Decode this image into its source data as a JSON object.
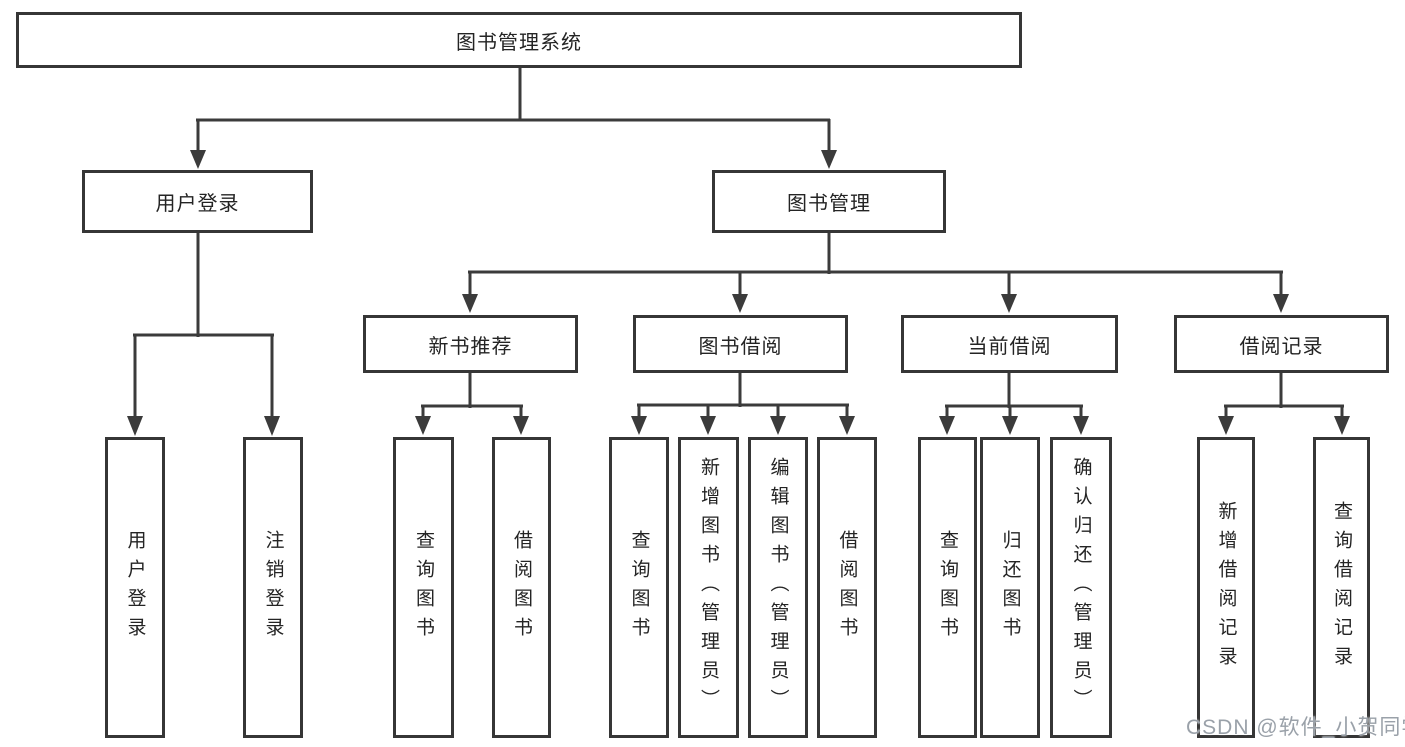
{
  "diagram": {
    "type": "hierarchy-tree",
    "colors": {
      "line": "#3b3b3b",
      "box_border": "#363636",
      "box_fill": "#ffffff",
      "text": "#242424",
      "watermark_text_color": "#9aa1a9"
    },
    "nodes": {
      "root": "图书管理系统",
      "user_login": "用户登录",
      "book_mgmt": "图书管理",
      "new_book_rec": "新书推荐",
      "book_borrow": "图书借阅",
      "current_borrow": "当前借阅",
      "borrow_record": "借阅记录",
      "leaf_login": "用户登录",
      "leaf_logout": "注销登录",
      "leaf_nbr_query": "查询图书",
      "leaf_nbr_borrow": "借阅图书",
      "leaf_bb_query": "查询图书",
      "leaf_bb_add": "新增图书（管理员）",
      "leaf_bb_edit": "编辑图书（管理员）",
      "leaf_bb_borrow": "借阅图书",
      "leaf_cb_query": "查询图书",
      "leaf_cb_return": "归还图书",
      "leaf_cb_confirm": "确认归还（管理员）",
      "leaf_br_add": "新增借阅记录",
      "leaf_br_query": "查询借阅记录"
    },
    "edges": [
      [
        "root",
        "user_login"
      ],
      [
        "root",
        "book_mgmt"
      ],
      [
        "user_login",
        "leaf_login"
      ],
      [
        "user_login",
        "leaf_logout"
      ],
      [
        "book_mgmt",
        "new_book_rec"
      ],
      [
        "book_mgmt",
        "book_borrow"
      ],
      [
        "book_mgmt",
        "current_borrow"
      ],
      [
        "book_mgmt",
        "borrow_record"
      ],
      [
        "new_book_rec",
        "leaf_nbr_query"
      ],
      [
        "new_book_rec",
        "leaf_nbr_borrow"
      ],
      [
        "book_borrow",
        "leaf_bb_query"
      ],
      [
        "book_borrow",
        "leaf_bb_add"
      ],
      [
        "book_borrow",
        "leaf_bb_edit"
      ],
      [
        "book_borrow",
        "leaf_bb_borrow"
      ],
      [
        "current_borrow",
        "leaf_cb_query"
      ],
      [
        "current_borrow",
        "leaf_cb_return"
      ],
      [
        "current_borrow",
        "leaf_cb_confirm"
      ],
      [
        "borrow_record",
        "leaf_br_add"
      ],
      [
        "borrow_record",
        "leaf_br_query"
      ]
    ],
    "watermark": "CSDN @软件_小贺同学"
  }
}
